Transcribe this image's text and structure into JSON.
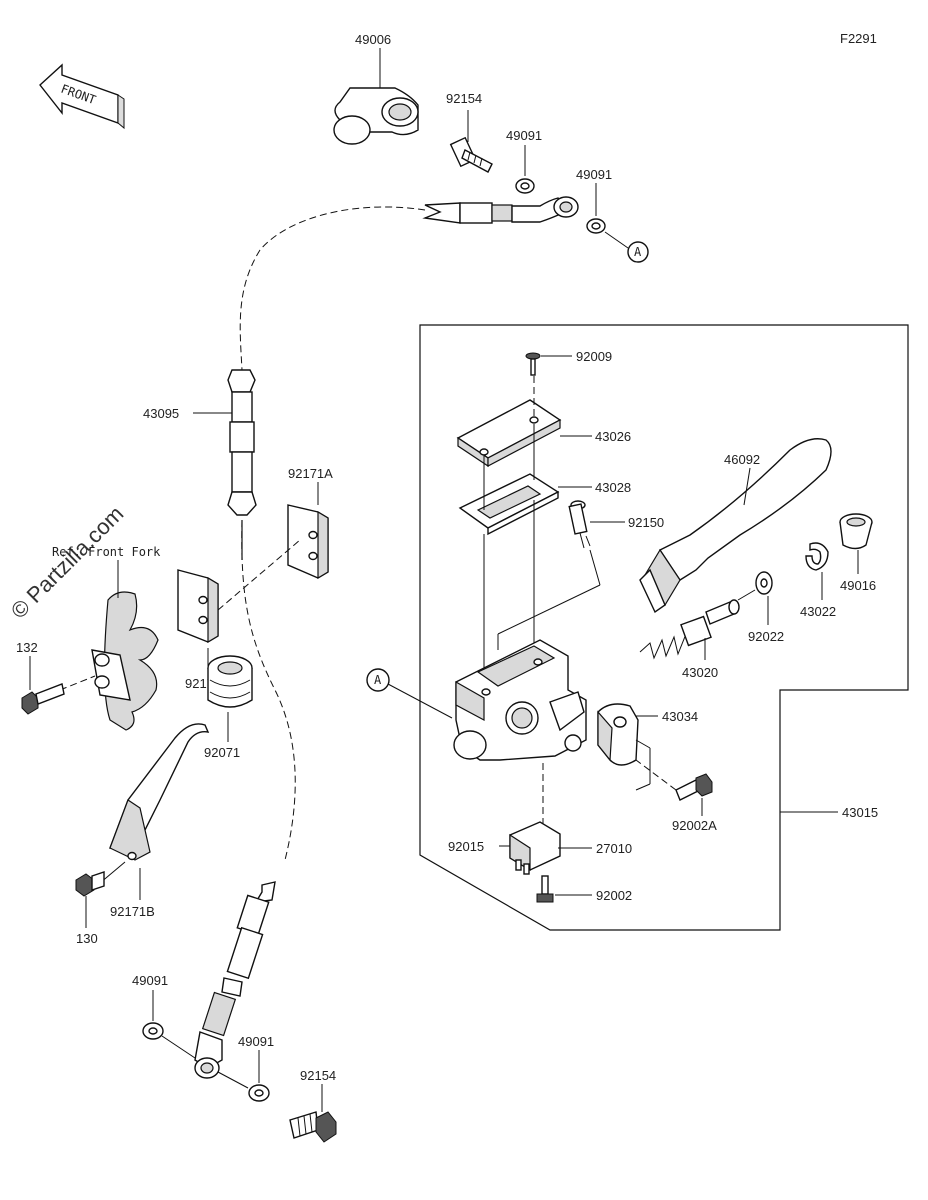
{
  "figure_code": "F2291",
  "front_label": "FRONT",
  "watermark": "© Partzilla.com",
  "ref_note": "Ref. Front Fork",
  "callout_letter": "A",
  "parts": {
    "p49006": "49006",
    "p92154_top": "92154",
    "p49091_a": "49091",
    "p49091_b": "49091",
    "p43095": "43095",
    "p92171A": "92171A",
    "p92171": "92171",
    "p132": "132",
    "p92071": "92071",
    "p130": "130",
    "p92171B": "92171B",
    "p49091_c": "49091",
    "p49091_d": "49091",
    "p92154_bottom": "92154",
    "p92009": "92009",
    "p43026": "43026",
    "p43028": "43028",
    "p92150": "92150",
    "p46092": "46092",
    "p49016": "49016",
    "p43022": "43022",
    "p92022": "92022",
    "p43020": "43020",
    "p43034": "43034",
    "p92015": "92015",
    "p92002A": "92002A",
    "p43015": "43015",
    "p27010": "27010",
    "p92002": "92002"
  }
}
